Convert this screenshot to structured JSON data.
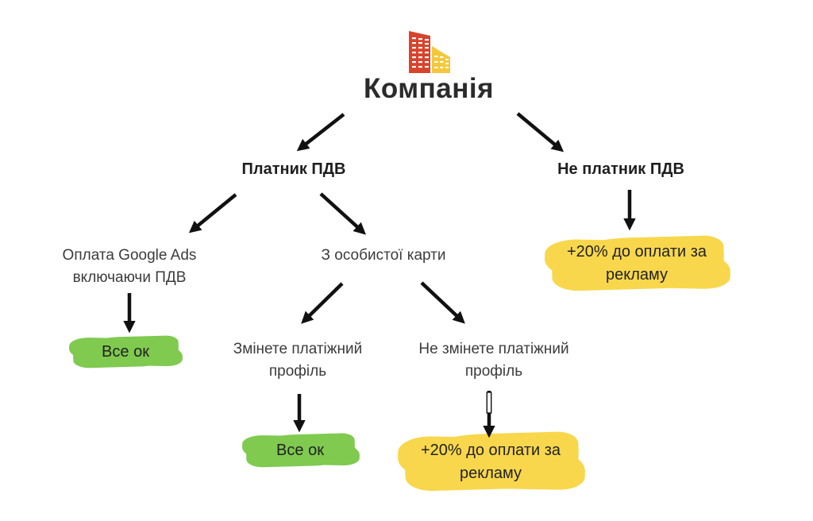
{
  "title": "Компанія",
  "icon": {
    "name": "company-building-icon"
  },
  "nodes": {
    "vat_payer": "Платник ПДВ",
    "non_vat_payer": "Не платник ПДВ",
    "pay_with_vat": "Оплата Google Ads включаючи ПДВ",
    "personal_card": "З особистої карти",
    "change_profile": "Змінете платіжний профіль",
    "keep_profile": "Не змінете платіжний профіль",
    "ok_left": "Все ок",
    "ok_middle": "Все ок",
    "surcharge_right": "+20% до оплати за рекламу",
    "surcharge_bottom": "+20% до оплати за рекламу"
  },
  "colors": {
    "highlight_green": "#7fca4f",
    "highlight_yellow": "#f8d74d",
    "building_red": "#d8432c",
    "building_yellow": "#f4c83b",
    "arrow": "#111111",
    "text": "#3c3c3c"
  }
}
